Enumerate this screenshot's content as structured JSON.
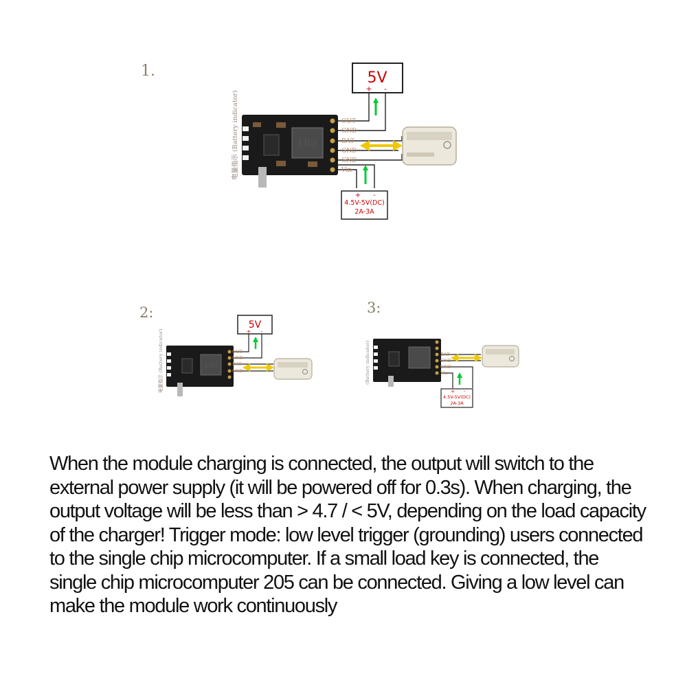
{
  "diagram_1": {
    "step": "1.",
    "output_label": "5V",
    "output_plus": "+",
    "output_minus": "-",
    "input_plus": "+",
    "input_minus": "-",
    "input_line1": "4.5V-5V(DC)",
    "input_line2": "2A-3A",
    "pins": [
      "OUT",
      "GND",
      "BAT",
      "GND",
      "GND",
      "Vin"
    ],
    "side_text": "电量指示 (Battery indicator)",
    "chip_text": "1R0"
  },
  "diagram_2": {
    "step": "2:",
    "output_label": "5V",
    "output_plus": "+",
    "output_minus": "-",
    "pins": [
      "OUT",
      "GND",
      "BAT",
      "GND"
    ],
    "side_text": "电量指示 (Battery indicator)",
    "chip_text": "1R0"
  },
  "diagram_3": {
    "step": "3:",
    "input_plus": "+",
    "input_minus": "-",
    "input_line1": "4.5V-5V(DC)",
    "input_line2": "2A-3A",
    "pins": [
      "BAT",
      "GND",
      "GND",
      "Vin"
    ],
    "side_text": "(Battery indicator)"
  },
  "caption": "When the module charging is connected, the output will switch to the external power supply (it will be powered off for 0.3s). When charging, the output voltage will be less than > 4.7 / < 5V, depending on the load capacity of the charger! Trigger mode: low level trigger (grounding) users connected to the single chip microcomputer. If a small load key is connected, the single chip microcomputer 205 can be connected. Giving a low level can make the module work continuously",
  "colors": {
    "board": "#1a1a1a",
    "wire": "#222222",
    "arrow_green": "#00cc33",
    "arrow_yellow": "#f0c800",
    "label_red": "#cc0000"
  }
}
